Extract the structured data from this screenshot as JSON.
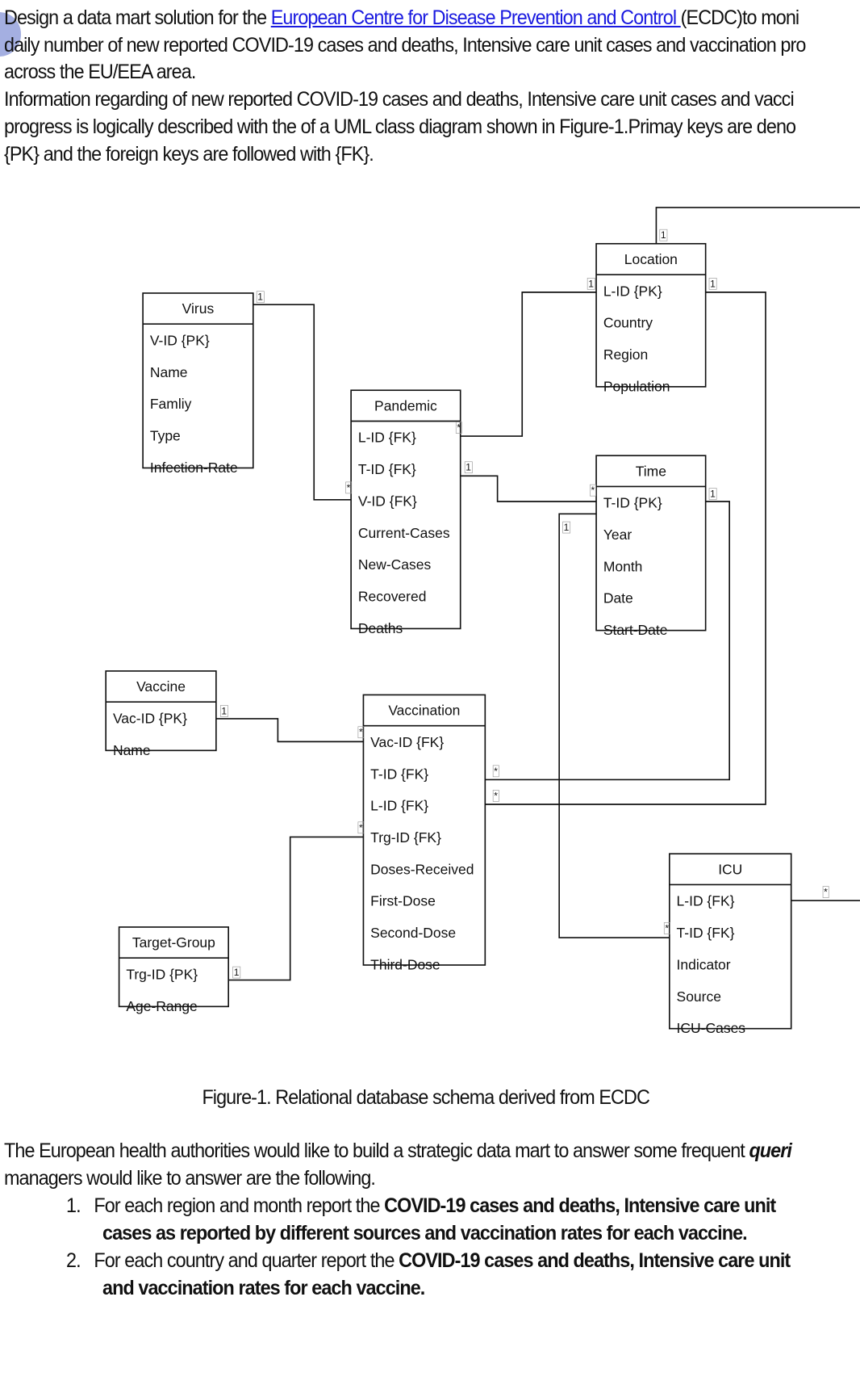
{
  "intro": {
    "line1_pre": "Design a data mart solution for the ",
    "line1_link": "European Centre for Disease Prevention and Control ",
    "line1_post": " (ECDC)to moni",
    "line2": "daily number of new reported COVID-19 cases and deaths, Intensive care unit cases and vaccination pro",
    "line3": "across the EU/EEA area.",
    "line4": "Information regarding of new reported COVID-19 cases and deaths, Intensive care unit cases and vacci",
    "line5": "progress is logically described with the of a UML class diagram shown in Figure-1.Primay keys are deno",
    "line6": "{PK} and the foreign keys are followed with {FK}."
  },
  "diagram": {
    "tables": [
      {
        "id": "virus",
        "title": "Virus",
        "fields": [
          "V-ID {PK}",
          "Name",
          "Famliy",
          "Type",
          "Infection-Rate"
        ]
      },
      {
        "id": "pandemic",
        "title": "Pandemic",
        "fields": [
          "L-ID  {FK}",
          "T-ID  {FK}",
          "V-ID {FK}",
          "Current-Cases",
          "New-Cases",
          "Recovered",
          "Deaths"
        ]
      },
      {
        "id": "location",
        "title": "Location",
        "fields": [
          "L-ID {PK}",
          "Country",
          "Region",
          "Population"
        ]
      },
      {
        "id": "time",
        "title": "Time",
        "fields": [
          "T-ID {PK}",
          "Year",
          "Month",
          "Date",
          "Start-Date"
        ]
      },
      {
        "id": "vaccine",
        "title": "Vaccine",
        "fields": [
          "Vac-ID {PK}",
          "Name"
        ]
      },
      {
        "id": "vaccination",
        "title": "Vaccination",
        "fields": [
          "Vac-ID  {FK}",
          "T-ID {FK}",
          "L-ID  {FK}",
          "Trg-ID {FK}",
          "Doses-Received",
          "First-Dose",
          "Second-Dose",
          "Third-Dose"
        ]
      },
      {
        "id": "target-group",
        "title": "Target-Group",
        "fields": [
          "Trg-ID {PK}",
          "Age-Range"
        ]
      },
      {
        "id": "icu",
        "title": "ICU",
        "fields": [
          "L-ID  {FK}",
          "T-ID {FK}",
          "Indicator",
          "Source",
          "ICU-Cases"
        ]
      }
    ],
    "one": "1",
    "many": "*"
  },
  "caption": "Figure-1. Relational database schema derived from ECDC",
  "body": {
    "p1_pre": "The European health authorities would like to build a strategic data mart to answer some frequent ",
    "p1_bold": "queri",
    "p2": "managers would like to answer are the following.",
    "items": [
      {
        "num": "1.",
        "pre": "For each region and month report the ",
        "bold1": "COVID-19 cases and deaths, Intensive care unit",
        "bold2": "cases as reported by different sources and vaccination rates for each vaccine."
      },
      {
        "num": "2.",
        "pre": "For each country and quarter report the ",
        "bold1": "COVID-19 cases and deaths, Intensive care unit",
        "bold2": "and vaccination rates for each vaccine."
      }
    ]
  }
}
